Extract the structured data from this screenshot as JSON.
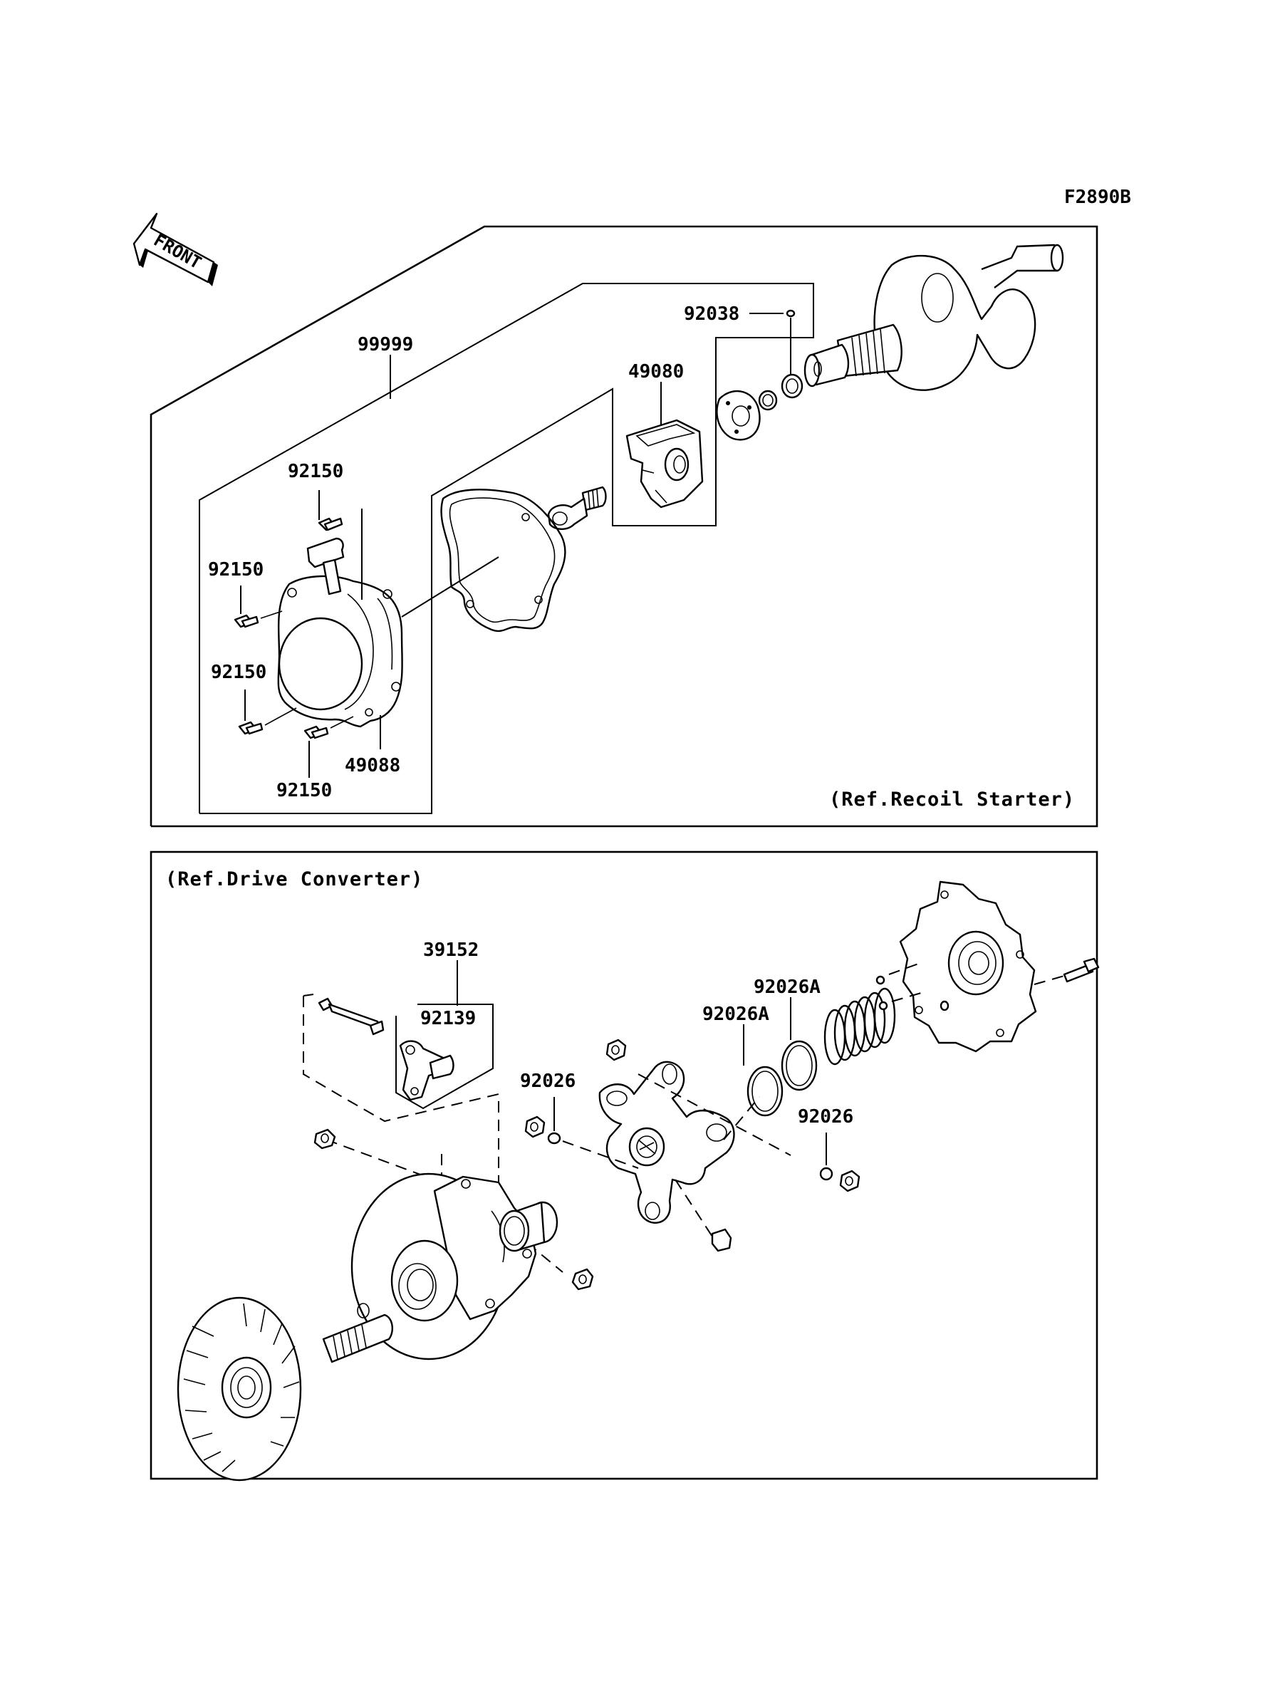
{
  "figure_code": "F2890B",
  "front_arrow": {
    "text": "FRONT",
    "icon": "front-direction-arrow-icon"
  },
  "upper_panel": {
    "reference": "(Ref.Recoil Starter)",
    "labels": {
      "set": "99999",
      "pin": "92038",
      "drive_cup": "49080",
      "bolt_top": "92150",
      "bolt_left": "92150",
      "bolt_lower_left": "92150",
      "bolt_bottom": "92150",
      "recoil_cover": "49088"
    }
  },
  "lower_panel": {
    "reference": "(Ref.Drive Converter)",
    "labels": {
      "weight_assy": "39152",
      "pin": "92139",
      "washer_left": "92026",
      "washer_right": "92026",
      "washer_a_upper": "92026A",
      "washer_a_lower": "92026A"
    }
  }
}
